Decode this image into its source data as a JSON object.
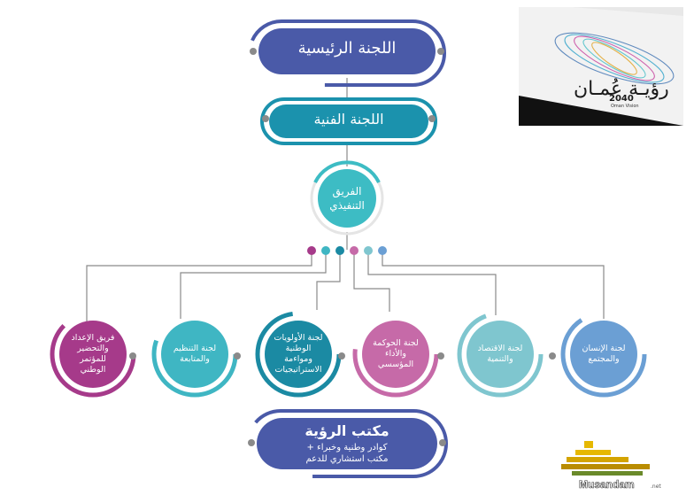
{
  "top_committee": "اللجنة الرئيسية",
  "technical_committee": "اللجنة الفنية",
  "executive_team": [
    "الفريق",
    "التنفيذي"
  ],
  "committees": [
    {
      "lines": [
        "لجنة الإنسان",
        "والمجتمع"
      ],
      "color": "#6b9fd4"
    },
    {
      "lines": [
        "لجنة الاقتصاد",
        "والتنمية"
      ],
      "color": "#7fc6cf"
    },
    {
      "lines": [
        "لجنة الحوكمة",
        "والأداء",
        "المؤسسي"
      ],
      "color": "#c66aa8"
    },
    {
      "lines": [
        "لجنة الأولويات",
        "الوطنية",
        "ومواءمة",
        "الاستراتيجيات"
      ],
      "color": "#1b8aa3"
    },
    {
      "lines": [
        "لجنة التنظيم",
        "والمتابعة"
      ],
      "color": "#3fb6c3"
    },
    {
      "lines": [
        "فريق الإعداد",
        "والتحضير",
        "للمؤتمر",
        "الوطني"
      ],
      "color": "#a63a8a"
    }
  ],
  "vision_office": {
    "title": "مكتب الرؤية",
    "line1": "كوادر وطنية وخبراء +",
    "line2": "مكتب استشاري للدعم"
  },
  "logo": {
    "title": "رؤيـة عُمـان",
    "year": "2040",
    "subtitle": "Oman Vision"
  },
  "watermark": {
    "name": "Musandam",
    "suffix": ".net"
  },
  "colors": {
    "navy": "#4a5aa8",
    "teal": "#1b92ad",
    "teal_light": "#3dbcc4",
    "connector": "#8a8a8a"
  }
}
